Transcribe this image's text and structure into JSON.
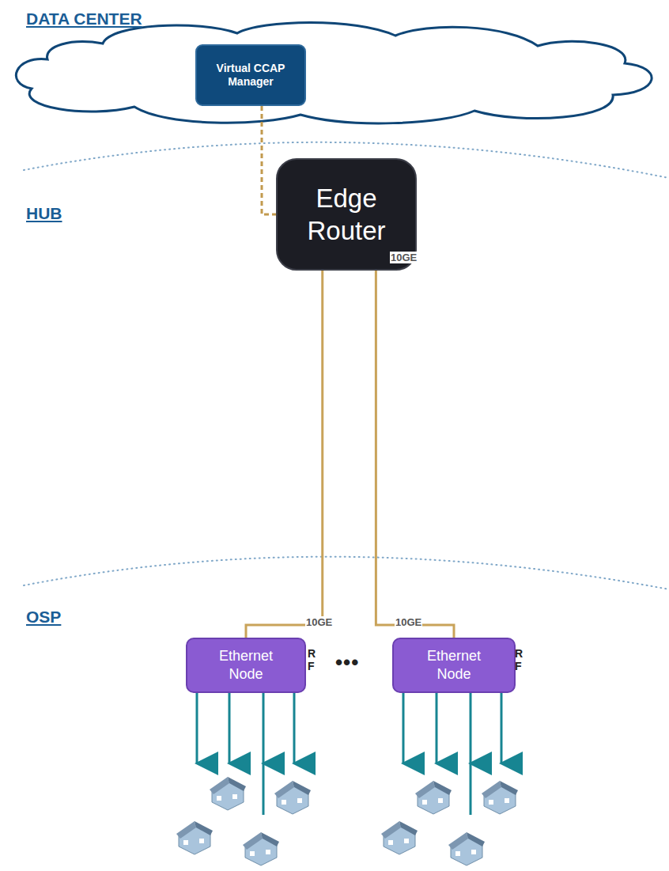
{
  "diagram": {
    "nodes": [
      {
        "text": [
          "Virtual CCAP Manager"
        ]
      },
      {
        "text": [
          "Edge Router"
        ]
      },
      {
        "text": [
          "Ethernet Node"
        ]
      },
      {
        "text": [
          "Ethernet Node"
        ]
      }
    ],
    "edges": [
      {
        "from": 0,
        "to": 1,
        "arrow": "none"
      },
      {
        "from": 1,
        "to": 2,
        "arrow": "none"
      },
      {
        "from": 1,
        "to": 3,
        "arrow": "none"
      }
    ],
    "labels": [
      "DATA CENTER",
      "HUB",
      "OSP",
      "10GE",
      "10GE",
      "10GE",
      "•••",
      "RF",
      "RF"
    ]
  }
}
